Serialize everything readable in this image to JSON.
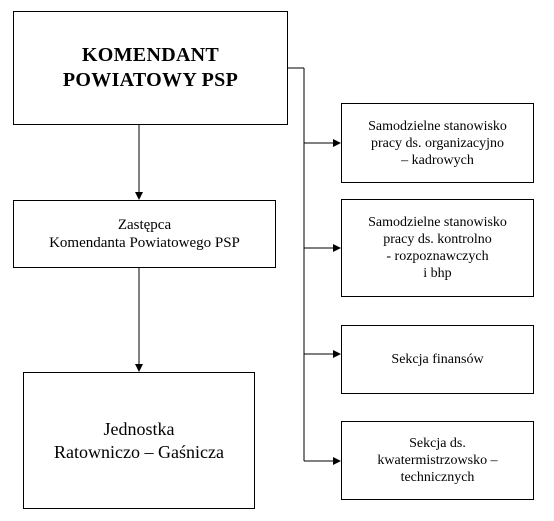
{
  "diagram": {
    "top": {
      "label": "KOMENDANT\nPOWIATOWY   PSP"
    },
    "deputy": {
      "label": "Zastępca\nKomendanta Powiatowego PSP"
    },
    "unit": {
      "label": "Jednostka\nRatowniczo – Gaśnicza"
    },
    "right_units": [
      {
        "label": "Samodzielne stanowisko\npracy ds. organizacyjno\n–  kadrowych"
      },
      {
        "label": "Samodzielne stanowisko\npracy ds.  kontrolno\n-  rozpoznawczych\ni bhp"
      },
      {
        "label": "Sekcja  finansów"
      },
      {
        "label": "Sekcja ds.\nkwatermistrzowsko –\ntechnicznych"
      }
    ]
  },
  "colors": {
    "line": "#000000",
    "box_border": "#000000",
    "background": "#ffffff"
  }
}
